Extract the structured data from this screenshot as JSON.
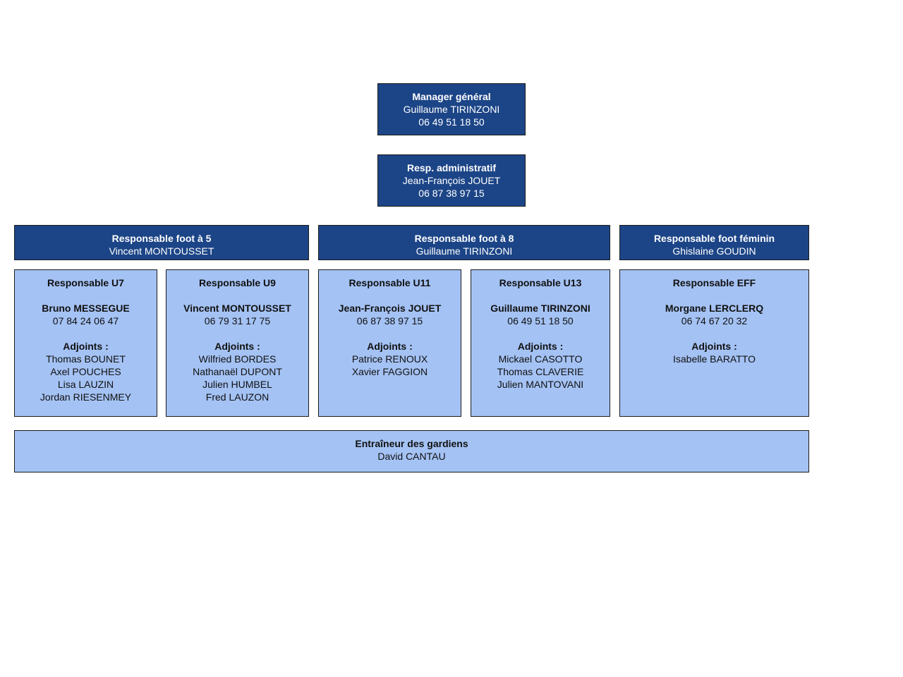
{
  "top": [
    {
      "title": "Manager général",
      "name": "Guillaume TIRINZONI",
      "phone": "06 49 51 18 50"
    },
    {
      "title": "Resp. administratif",
      "name": "Jean-François JOUET",
      "phone": "06 87 38 97 15"
    }
  ],
  "sections": [
    {
      "title": "Responsable foot à 5",
      "name": "Vincent MONTOUSSET"
    },
    {
      "title": "Responsable foot à 8",
      "name": "Guillaume TIRINZONI"
    },
    {
      "title": "Responsable foot féminin",
      "name": "Ghislaine GOUDIN"
    }
  ],
  "teams": [
    {
      "title": "Responsable U7",
      "name": "Bruno MESSEGUE",
      "phone": "07 84 24 06 47",
      "adjoints_label": "Adjoints :",
      "adjoints": [
        "Thomas BOUNET",
        "Axel POUCHES",
        "Lisa LAUZIN",
        "Jordan RIESENMEY"
      ]
    },
    {
      "title": "Responsable U9",
      "name": "Vincent MONTOUSSET",
      "phone": "06 79 31 17 75",
      "adjoints_label": "Adjoints :",
      "adjoints": [
        "Wilfried BORDES",
        "Nathanaël DUPONT",
        "Julien HUMBEL",
        "Fred LAUZON"
      ]
    },
    {
      "title": "Responsable U11",
      "name": "Jean-François JOUET",
      "phone": "06 87 38 97 15",
      "adjoints_label": "Adjoints :",
      "adjoints": [
        "Patrice RENOUX",
        "Xavier FAGGION"
      ]
    },
    {
      "title": "Responsable U13",
      "name": "Guillaume TIRINZONI",
      "phone": "06 49 51 18 50",
      "adjoints_label": "Adjoints :",
      "adjoints": [
        "Mickael CASOTTO",
        "Thomas CLAVERIE",
        "Julien MANTOVANI"
      ]
    },
    {
      "title": "Responsable EFF",
      "name": "Morgane LERCLERQ",
      "phone": "06 74 67 20 32",
      "adjoints_label": "Adjoints :",
      "adjoints": [
        "Isabelle BARATTO"
      ]
    }
  ],
  "goalkeeper": {
    "title": "Entraîneur des gardiens",
    "name": "David CANTAU"
  },
  "colors": {
    "dark": "#1c4587",
    "light": "#a4c2f4"
  }
}
